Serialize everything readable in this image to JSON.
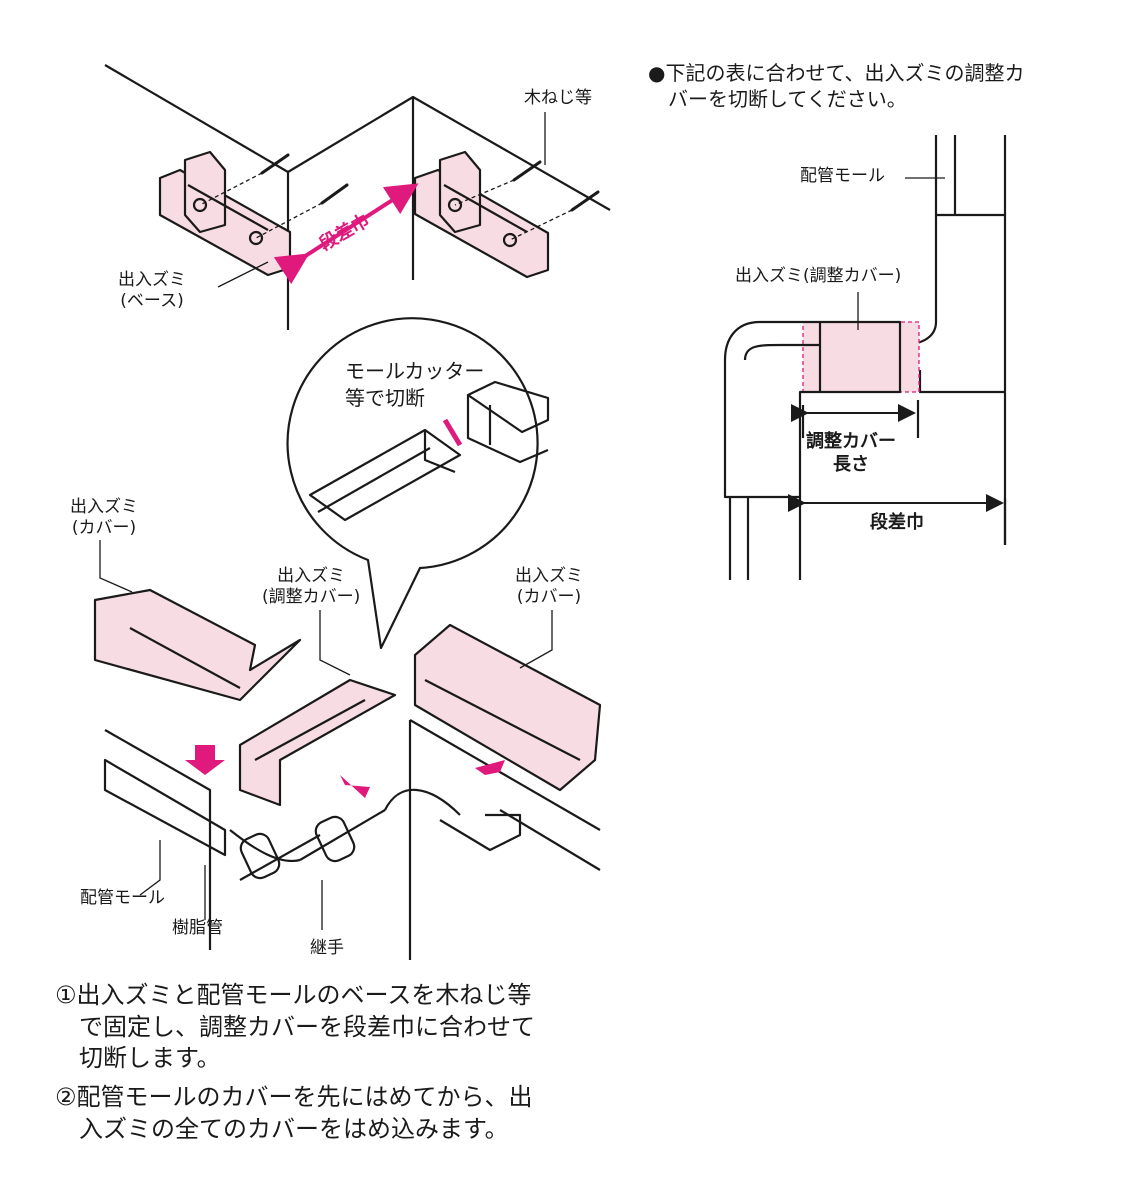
{
  "labels": {
    "screw": "木ねじ等",
    "base": "出入ズミ\n(ベース)",
    "step_width_arrow": "段差巾",
    "cut_title": "モールカッター\n等で切断",
    "cover_left": "出入ズミ\n(カバー)",
    "adjust_cover": "出入ズミ\n(調整カバー)",
    "cover_right": "出入ズミ\n(カバー)",
    "pipe_mall": "配管モール",
    "resin_pipe": "樹脂管",
    "joint": "継手"
  },
  "right_panel": {
    "note": "●下記の表に合わせて、出入ズミの調整カ\n　バーを切断してください。",
    "pipe_mall": "配管モール",
    "adjust_cover": "出入ズミ(調整カバー)",
    "adjust_length": "調整カバー\n長さ",
    "step_width": "段差巾"
  },
  "steps": {
    "step1": "①出入ズミと配管モールのベースを木ねじ等\n　で固定し、調整カバーを段差巾に合わせて\n　切断します。",
    "step2": "②配管モールのカバーを先にはめてから、出\n　入ズミの全てのカバーをはめ込みます。"
  },
  "colors": {
    "accent": "#e0197d",
    "part_fill": "#f7dde3",
    "line": "#1a1a1a"
  }
}
